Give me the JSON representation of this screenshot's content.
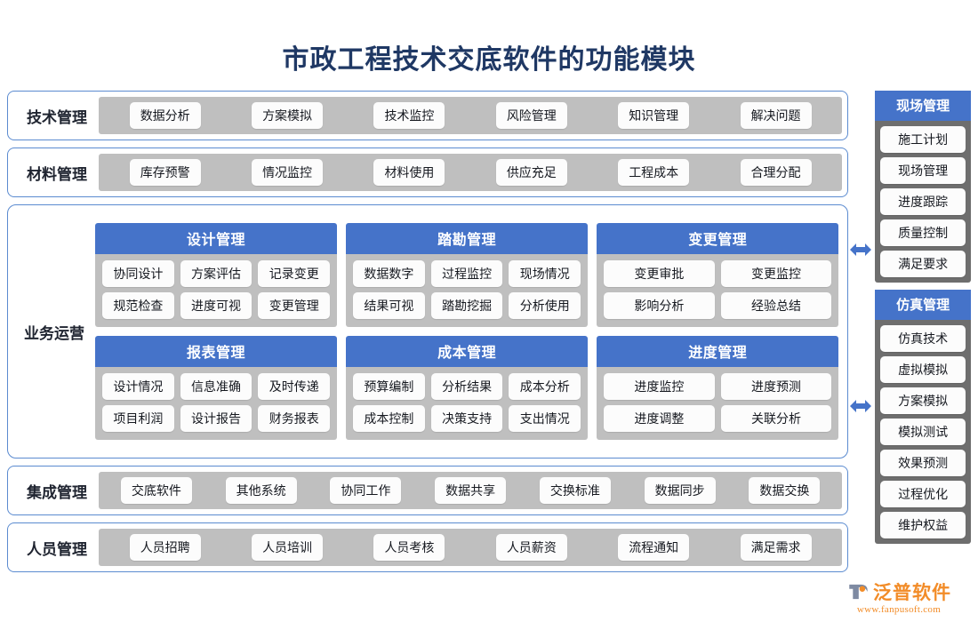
{
  "title": "市政工程技术交底软件的功能模块",
  "colors": {
    "title": "#1F3864",
    "header_blue": "#4573C9",
    "border_blue": "#5B8BD0",
    "strip_gray": "#BFBFBF",
    "sidebar_gray": "#6E6E6E",
    "pill_white": "#FCFCFC",
    "logo_orange": "#F28C28",
    "arrow_blue": "#4573C9"
  },
  "simple_rows_top": [
    {
      "label": "技术管理",
      "items": [
        "数据分析",
        "方案模拟",
        "技术监控",
        "风险管理",
        "知识管理",
        "解决问题"
      ]
    },
    {
      "label": "材料管理",
      "items": [
        "库存预警",
        "情况监控",
        "材料使用",
        "供应充足",
        "工程成本",
        "合理分配"
      ]
    }
  ],
  "operations": {
    "label": "业务运营",
    "modules": [
      {
        "title": "设计管理",
        "rows": [
          [
            "协同设计",
            "方案评估",
            "记录变更"
          ],
          [
            "规范检查",
            "进度可视",
            "变更管理"
          ]
        ]
      },
      {
        "title": "踏勘管理",
        "rows": [
          [
            "数据数字",
            "过程监控",
            "现场情况"
          ],
          [
            "结果可视",
            "踏勘挖掘",
            "分析使用"
          ]
        ]
      },
      {
        "title": "变更管理",
        "rows": [
          [
            "变更审批",
            "变更监控"
          ],
          [
            "影响分析",
            "经验总结"
          ]
        ]
      },
      {
        "title": "报表管理",
        "rows": [
          [
            "设计情况",
            "信息准确",
            "及时传递"
          ],
          [
            "项目利润",
            "设计报告",
            "财务报表"
          ]
        ]
      },
      {
        "title": "成本管理",
        "rows": [
          [
            "预算编制",
            "分析结果",
            "成本分析"
          ],
          [
            "成本控制",
            "决策支持",
            "支出情况"
          ]
        ]
      },
      {
        "title": "进度管理",
        "rows": [
          [
            "进度监控",
            "进度预测"
          ],
          [
            "进度调整",
            "关联分析"
          ]
        ]
      }
    ]
  },
  "simple_rows_bottom": [
    {
      "label": "集成管理",
      "items": [
        "交底软件",
        "其他系统",
        "协同工作",
        "数据共享",
        "交换标准",
        "数据同步",
        "数据交换"
      ]
    },
    {
      "label": "人员管理",
      "items": [
        "人员招聘",
        "人员培训",
        "人员考核",
        "人员薪资",
        "流程通知",
        "满足需求"
      ]
    }
  ],
  "sidebar": [
    {
      "title": "现场管理",
      "items": [
        "施工计划",
        "现场管理",
        "进度跟踪",
        "质量控制",
        "满足要求"
      ]
    },
    {
      "title": "仿真管理",
      "items": [
        "仿真技术",
        "虚拟模拟",
        "方案模拟",
        "模拟测试",
        "效果预测",
        "过程优化",
        "维护权益"
      ]
    }
  ],
  "logo": {
    "name": "泛普软件",
    "url": "www.fanpusoft.com"
  }
}
